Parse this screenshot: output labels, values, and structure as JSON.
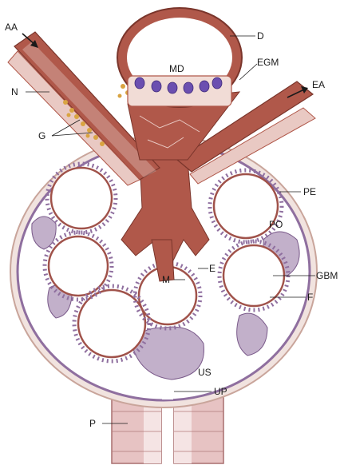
{
  "labels": {
    "AA": "AA",
    "N": "N",
    "G": "G",
    "D": "D",
    "MD": "MD",
    "EGM": "EGM",
    "EA": "EA",
    "PE": "PE",
    "PO": "PO",
    "E": "E",
    "M": "M",
    "GBM": "GBM",
    "F": "F",
    "US": "US",
    "UP": "UP",
    "P": "P"
  },
  "colors": {
    "vessel_wall": "#b0584a",
    "vessel_light": "#e9c9c3",
    "podocyte": "#8f6f9f",
    "podocyte_light": "#d7c6de",
    "capsule": "#e8d6d0",
    "macula_densa_nuclei": "#6b4fb0",
    "granules": "#d9a441",
    "tubule": "#e7c3c3"
  }
}
